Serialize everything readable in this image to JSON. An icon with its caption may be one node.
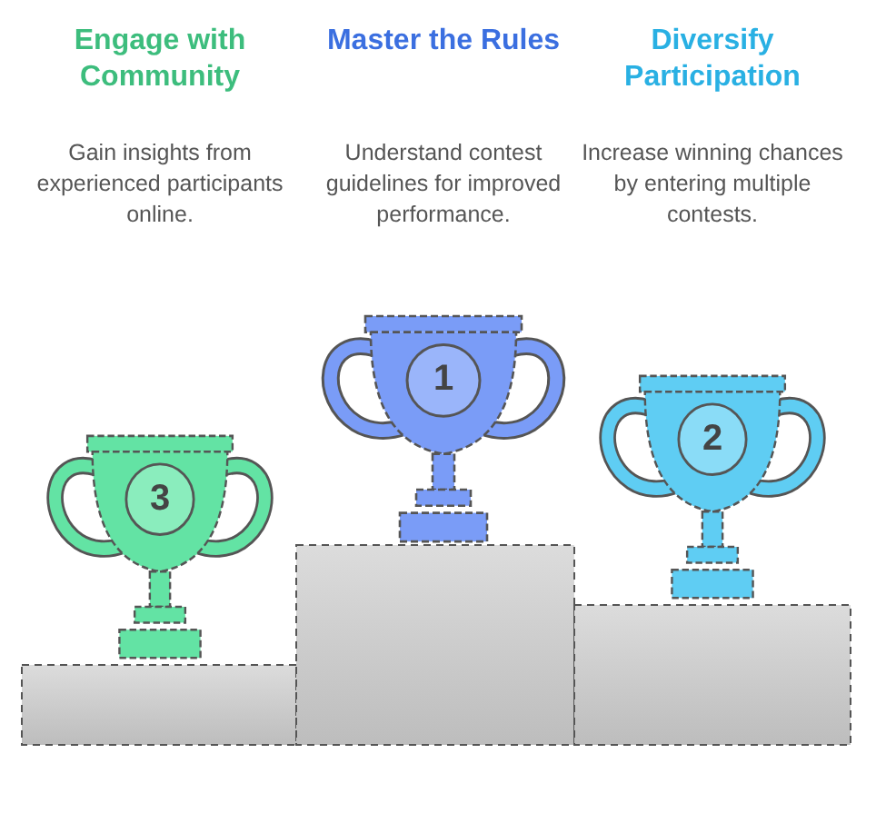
{
  "diagram": {
    "nodes": [
      {
        "text": [
          "3"
        ]
      },
      {
        "text": [
          "1"
        ]
      },
      {
        "text": [
          "2"
        ]
      }
    ],
    "labels": [
      "Engage with Community",
      "Gain insights from experienced participants online.",
      "Master the Rules",
      "Understand contest guidelines for improved performance.",
      "Diversify Participation",
      "Increase winning chances by entering multiple contests."
    ]
  }
}
